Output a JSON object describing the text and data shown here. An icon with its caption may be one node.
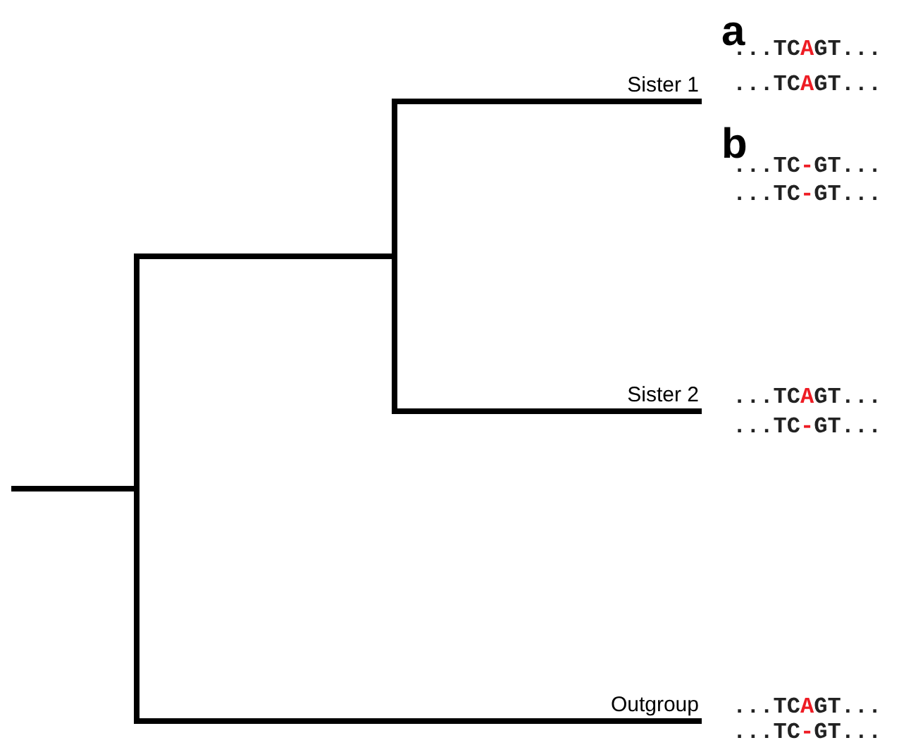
{
  "diagram": {
    "labels": [
      "a",
      "...TC**A**GT...",
      "Sister 1",
      "...TC**A**GT...",
      "b",
      "...TC**-**GT...",
      "...TC**-**GT...",
      "Sister 2",
      "...TC**A**GT...",
      "...TC**-**GT...",
      "Outgroup",
      "...TC**A**GT...",
      "...TC**-**GT..."
    ]
  }
}
